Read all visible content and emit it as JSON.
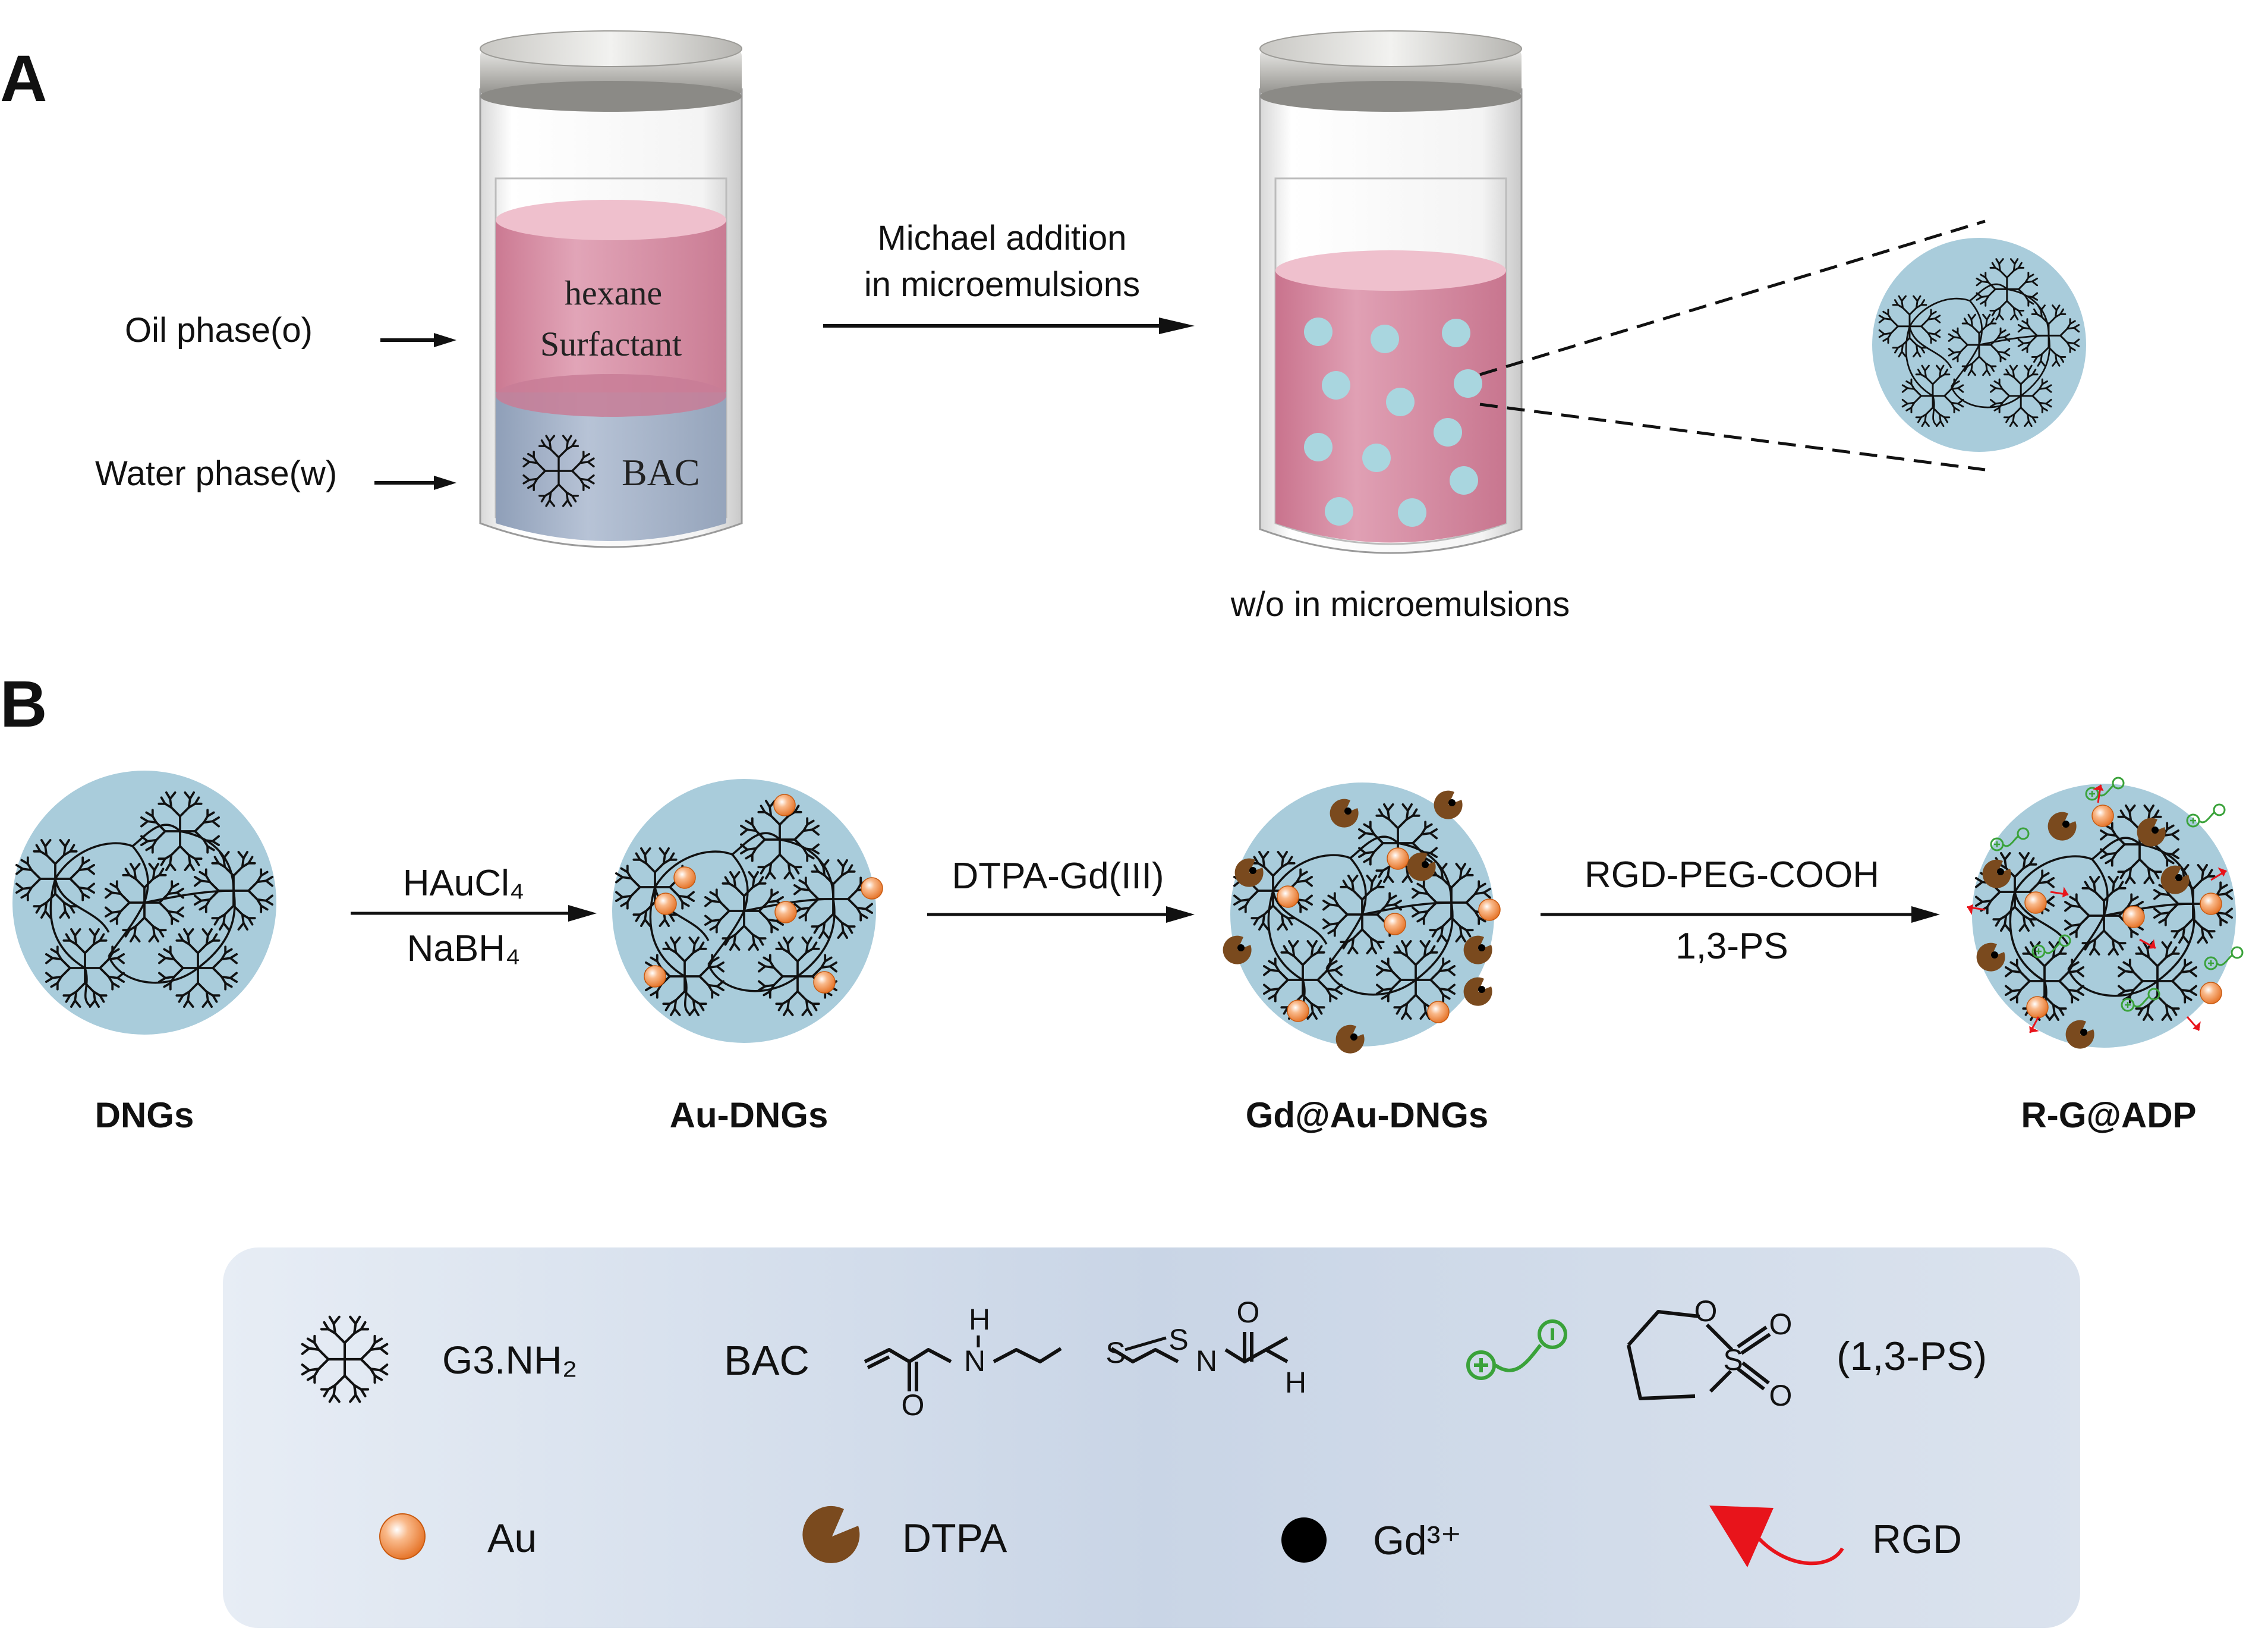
{
  "panels": {
    "a": "A",
    "b": "B"
  },
  "panel_a": {
    "oil_phase": "Oil phase(o)",
    "water_phase": "Water phase(w)",
    "jar_top_line1": "hexane",
    "jar_top_line2": "Surfactant",
    "jar_bottom": "BAC",
    "arrow_line1": "Michael addition",
    "arrow_line2": "in microemulsions",
    "result_caption": "w/o in microemulsions"
  },
  "panel_b": {
    "stage1": "DNGs",
    "stage2": "Au-DNGs",
    "stage3": "Gd@Au-DNGs",
    "stage4": "R-G@ADP",
    "step1_top": "HAuCl₄",
    "step1_bottom": "NaBH₄",
    "step2": "DTPA-Gd(III)",
    "step3_top": "RGD-PEG-COOH",
    "step3_bottom": "1,3-PS"
  },
  "legend": {
    "g3": "G3.NH₂",
    "bac": "BAC",
    "ps": "(1,3-PS)",
    "au": "Au",
    "dtpa": "DTPA",
    "gd": "Gd³⁺",
    "rgd": "RGD",
    "atom_n": "N",
    "atom_h": "H",
    "atom_s": "S",
    "atom_o": "O"
  },
  "colors": {
    "gel": "#a9ccdb",
    "pink": "#d9869f",
    "water": "#a4b3c9",
    "au": "#f08c4a",
    "dtpa": "#7a4a1e",
    "rgd": "#e8141b",
    "zwitterion": "#3aa23a",
    "legend_bg": "#cfdbe9"
  }
}
